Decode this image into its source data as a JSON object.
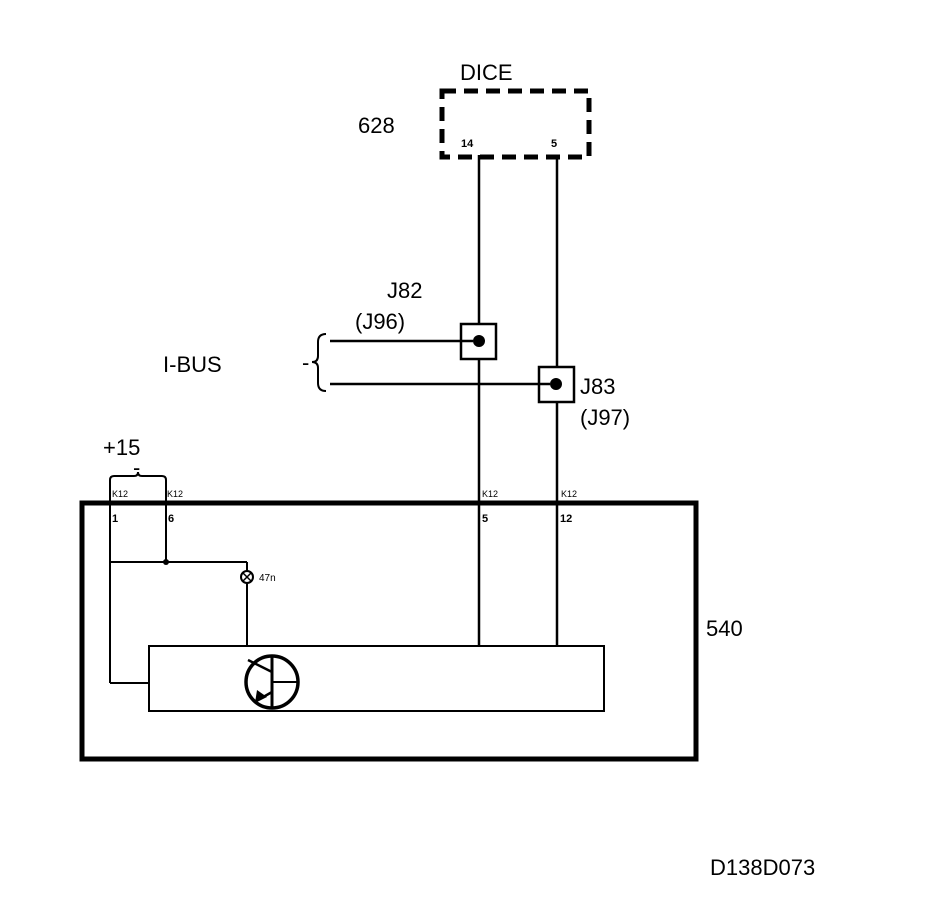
{
  "diagram": {
    "module_dice": {
      "name": "DICE",
      "ref": "628",
      "pins": [
        "14",
        "5"
      ]
    },
    "connector_j82": {
      "name": "J82",
      "alt": "(J96)"
    },
    "connector_j83": {
      "name": "J83",
      "alt": "(J97)"
    },
    "bus": {
      "name": "I-BUS",
      "dash": "-"
    },
    "supply": {
      "label": "+15",
      "dash": "-"
    },
    "module_540": {
      "ref": "540",
      "connector": "K12",
      "pins": [
        "1",
        "6",
        "5",
        "12"
      ]
    },
    "lamp": {
      "label": "47n"
    },
    "drawing_id": "D138D073"
  }
}
